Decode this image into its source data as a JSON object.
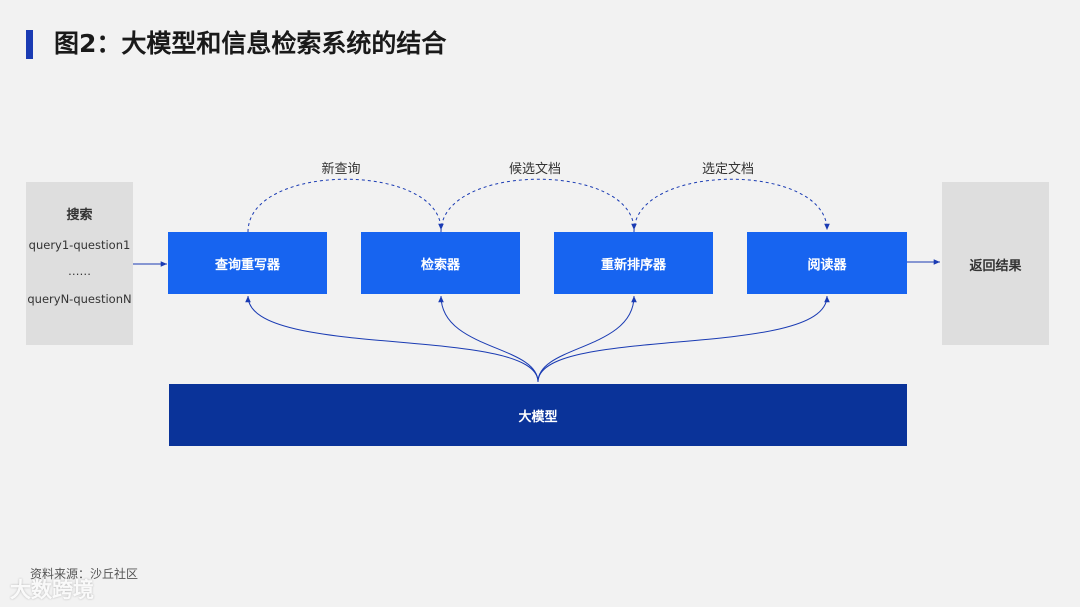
{
  "title": "图2：大模型和信息检索系统的结合",
  "search": {
    "heading": "搜索",
    "lines": [
      "query1-question1",
      "……",
      "queryN-questionN"
    ]
  },
  "stages": [
    "查询重写器",
    "检索器",
    "重新排序器",
    "阅读器"
  ],
  "flow_labels": [
    "新查询",
    "候选文档",
    "选定文档"
  ],
  "llm_label": "大模型",
  "return_label": "返回结果",
  "source": "资料来源：沙丘社区",
  "watermark": "大数跨境",
  "colors": {
    "stage_blue": "#1764f0",
    "llm_navy": "#0a3399",
    "title_accent": "#1a3bb3",
    "connector": "#1a3bb3"
  }
}
